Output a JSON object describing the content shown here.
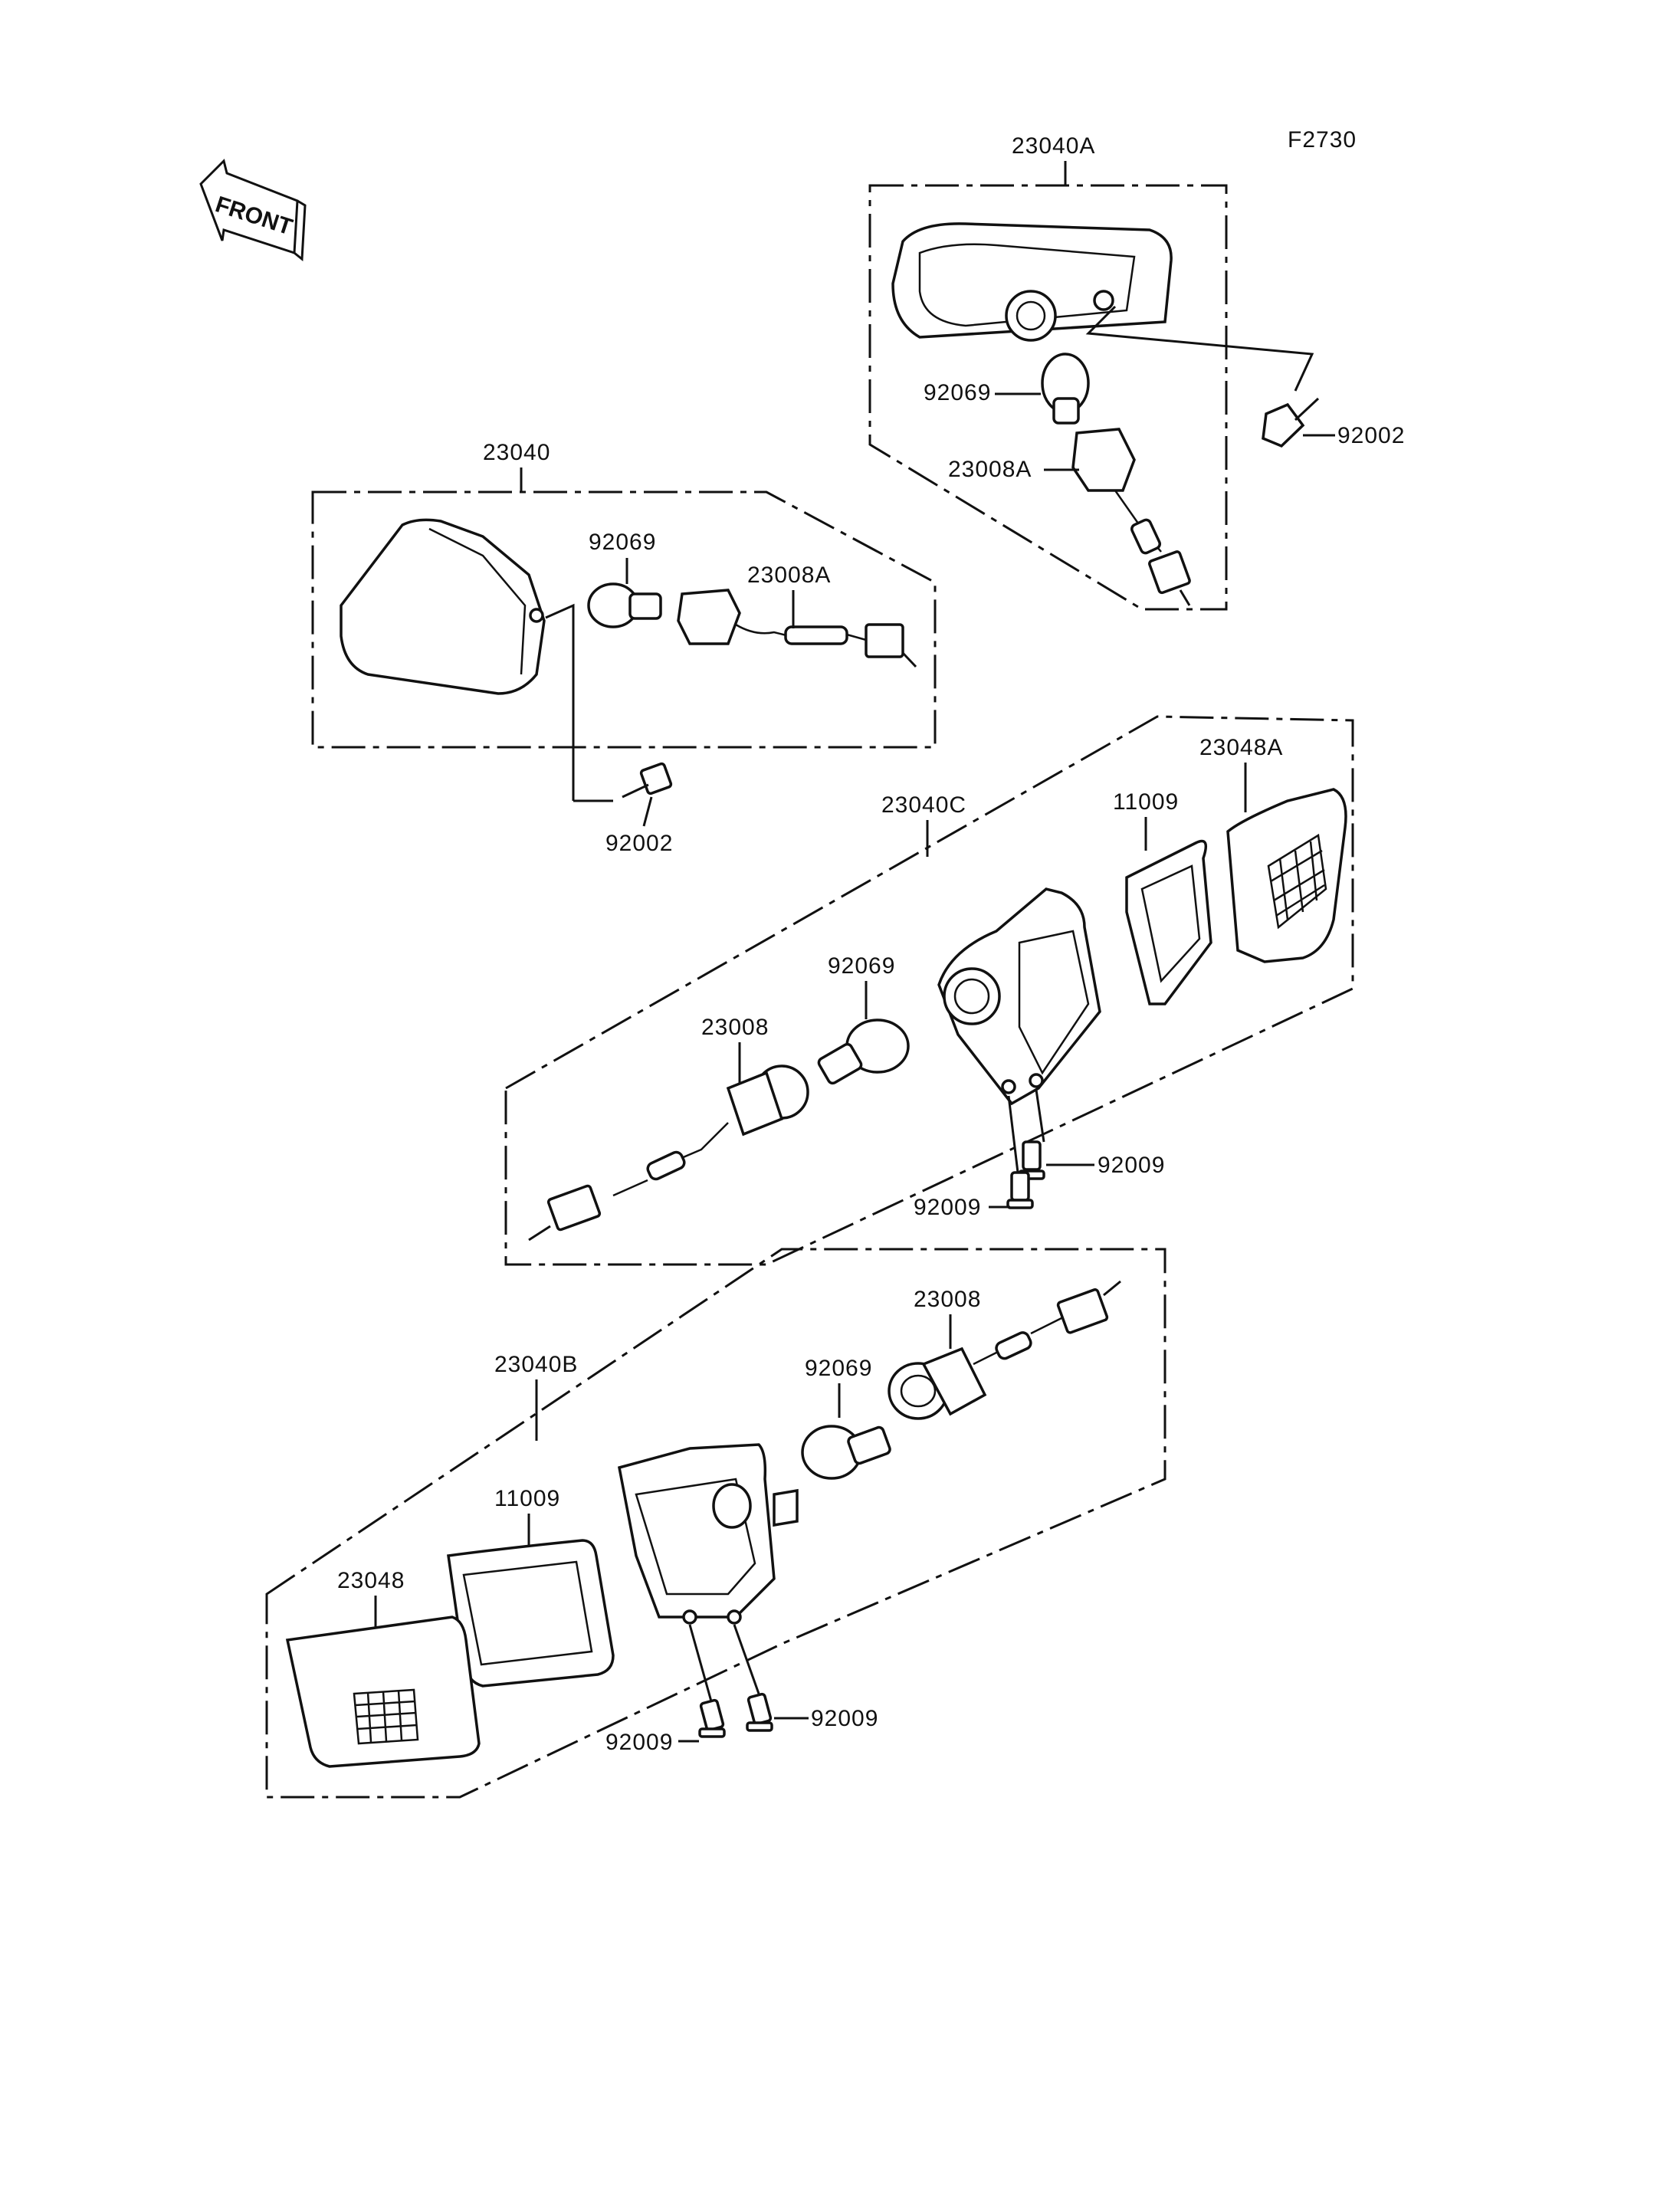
{
  "figure_code": "F2730",
  "front_label": "FRONT",
  "groups": {
    "rear_right": {
      "assembly": "23040A",
      "bulb": "92069",
      "socket": "23008A",
      "screw": "92002"
    },
    "rear_left": {
      "assembly": "23040",
      "bulb": "92069",
      "socket": "23008A",
      "screw": "92002"
    },
    "front_right": {
      "assembly": "23040C",
      "lens": "23048A",
      "gasket": "11009",
      "bulb": "92069",
      "socket": "23008",
      "screw_a": "92009",
      "screw_b": "92009"
    },
    "front_left": {
      "assembly": "23040B",
      "socket": "23008",
      "bulb": "92069",
      "gasket": "11009",
      "lens": "23048",
      "screw_a": "92009",
      "screw_b": "92009"
    }
  }
}
